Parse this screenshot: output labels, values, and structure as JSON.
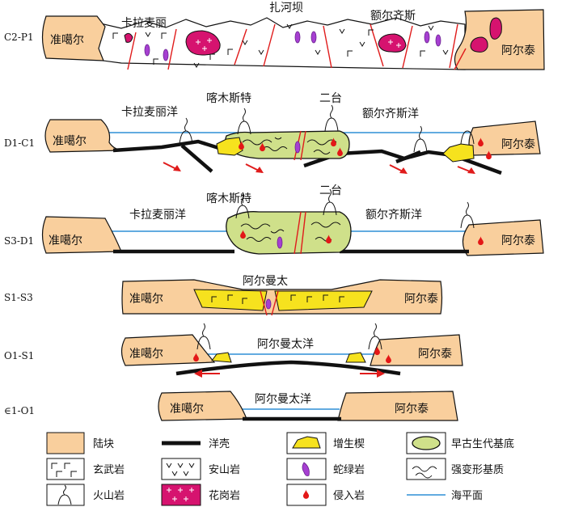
{
  "stages": {
    "c2p1": {
      "label": "C2-P1",
      "left_block": "准噶尔",
      "right_block": "阿尔泰",
      "top_labels": [
        "卡拉麦丽",
        "扎河坝",
        "额尔齐斯"
      ]
    },
    "d1c1": {
      "label": "D1-C1",
      "left_block": "准噶尔",
      "right_block": "阿尔泰",
      "top_labels": [
        "卡拉麦丽洋",
        "喀木斯特",
        "二台",
        "额尔齐斯洋"
      ]
    },
    "s3d1": {
      "label": "S3-D1",
      "left_block": "准噶尔",
      "right_block": "阿尔泰",
      "top_labels": [
        "卡拉麦丽洋",
        "喀木斯特",
        "二台",
        "额尔齐斯洋"
      ]
    },
    "s1s3": {
      "label": "S1-S3",
      "left_block": "准噶尔",
      "right_block": "阿尔泰",
      "top_labels": [
        "阿尔曼太"
      ]
    },
    "o1s1": {
      "label": "O1-S1",
      "left_block": "准噶尔",
      "right_block": "阿尔泰",
      "top_labels": [
        "阿尔曼太洋"
      ]
    },
    "e1o1": {
      "label": "∈1-O1",
      "left_block": "准噶尔",
      "right_block": "阿尔泰",
      "top_labels": [
        "阿尔曼太洋"
      ]
    }
  },
  "legend": [
    {
      "icon": "continental-block",
      "label": "陆块"
    },
    {
      "icon": "oceanic-crust",
      "label": "洋壳"
    },
    {
      "icon": "accretionary-wedge",
      "label": "增生楔"
    },
    {
      "icon": "early-paleozoic-basement",
      "label": "早古生代基底"
    },
    {
      "icon": "basalt",
      "label": "玄武岩"
    },
    {
      "icon": "andesite",
      "label": "安山岩"
    },
    {
      "icon": "serpentinite",
      "label": "蛇绿岩"
    },
    {
      "icon": "strongly-deformed-matrix",
      "label": "强变形基质"
    },
    {
      "icon": "volcanic-rock",
      "label": "火山岩"
    },
    {
      "icon": "granite",
      "label": "花岗岩"
    },
    {
      "icon": "intrusive-rock",
      "label": "侵入岩"
    },
    {
      "icon": "sea-level",
      "label": "海平面"
    }
  ],
  "colors": {
    "continental_block": "#f9cf9d",
    "basement": "#cfe08a",
    "wedge": "#f6e21e",
    "granite": "#d6136f",
    "serpentinite": "#a63fd1",
    "intrusive": "#e31717",
    "sea_level": "#2f8fd6",
    "fault": "#e01b1b"
  }
}
